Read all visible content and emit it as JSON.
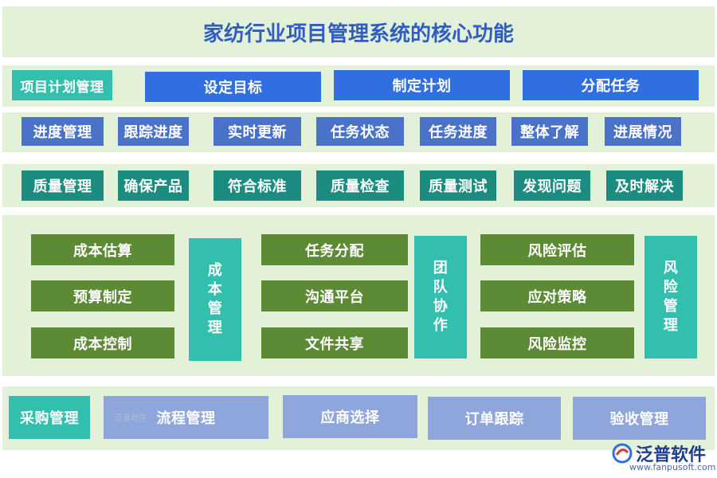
{
  "title": "家纺行业项目管理系统的核心功能",
  "rows": {
    "plan": {
      "label": "项目计划管理",
      "items": [
        "设定目标",
        "制定计划",
        "分配任务"
      ]
    },
    "progress": {
      "items": [
        "进度管理",
        "跟踪进度",
        "实时更新",
        "任务状态",
        "任务进度",
        "整体了解",
        "进展情况"
      ]
    },
    "quality": {
      "items": [
        "质量管理",
        "确保产品",
        "符合标准",
        "质量检查",
        "质量测试",
        "发现问题",
        "及时解决"
      ]
    },
    "groups": {
      "cost": {
        "label": "成本管理",
        "items": [
          "成本估算",
          "预算制定",
          "成本控制"
        ]
      },
      "team": {
        "label": "团队协作",
        "items": [
          "任务分配",
          "沟通平台",
          "文件共享"
        ]
      },
      "risk": {
        "label": "风险管理",
        "items": [
          "风险评估",
          "应对策略",
          "风险监控"
        ]
      }
    },
    "purchase": {
      "label": "采购管理",
      "items": [
        "流程管理",
        "应商选择",
        "订单跟踪",
        "验收管理"
      ]
    }
  },
  "watermark": {
    "small_text": "泛普软件"
  },
  "brand": {
    "name": "泛普软件",
    "url": "www.fanpusoft.com"
  },
  "colors": {
    "band": "#e4f1d9",
    "teal": "#33bfad",
    "blue": "#2f6fe0",
    "navy": "#4a72c8",
    "dark_teal": "#1d8c80",
    "green": "#5c8a35",
    "lavender": "#8ea6db",
    "title": "#2f5ec0"
  },
  "icons": [
    "brand-logo-icon"
  ]
}
